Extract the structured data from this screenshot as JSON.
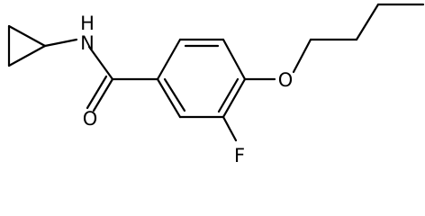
{
  "molecule": {
    "atoms": {
      "nitrogen": {
        "symbol": "N",
        "hydrogen": "H"
      },
      "oxygen_carbonyl": {
        "symbol": "O"
      },
      "oxygen_ether": {
        "symbol": "O"
      },
      "fluorine": {
        "symbol": "F"
      }
    }
  },
  "colors": {
    "bond": "#000000",
    "background": "#ffffff"
  }
}
